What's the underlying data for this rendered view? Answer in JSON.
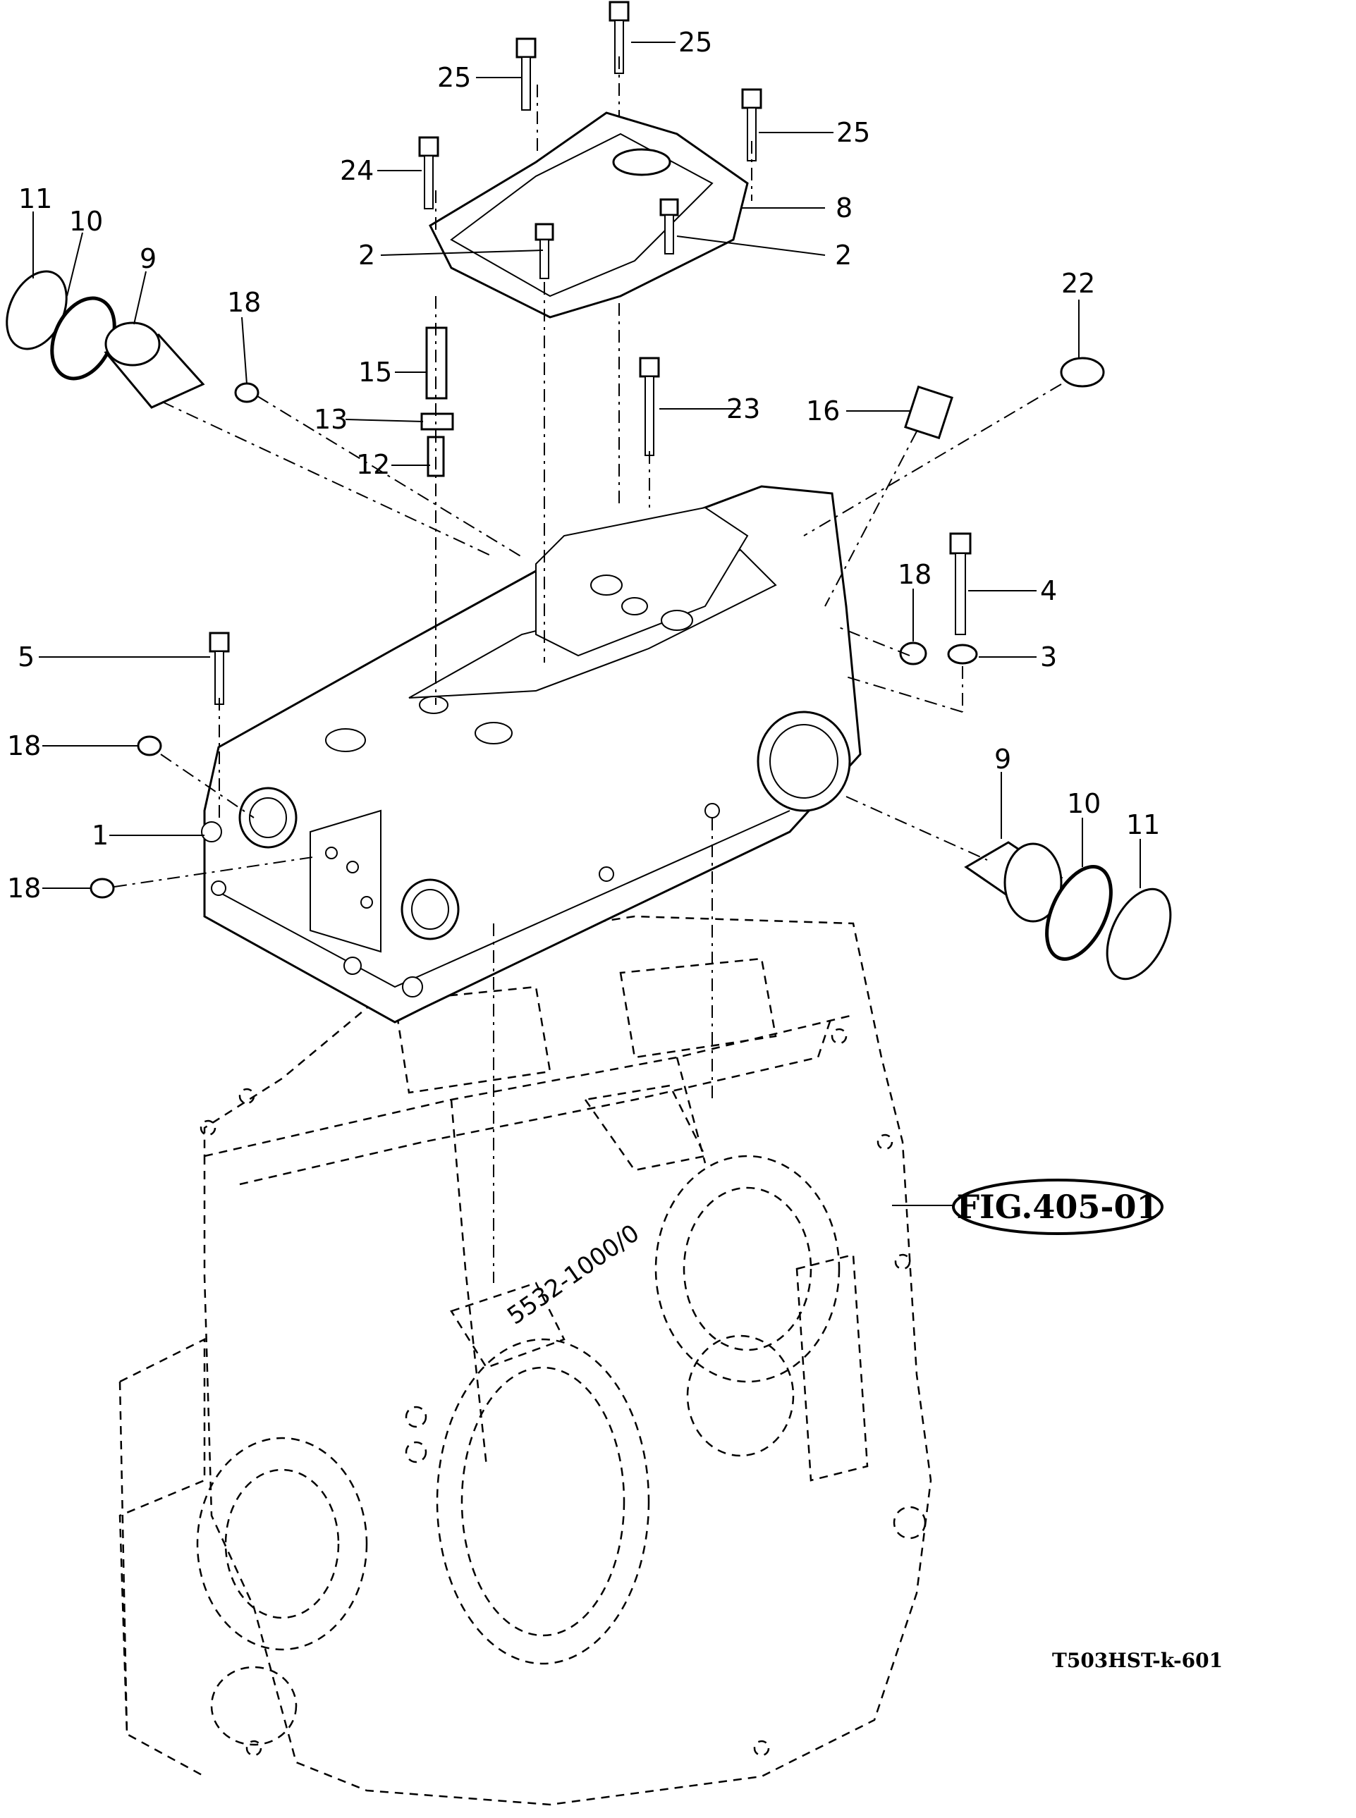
{
  "figure_reference": "FIG.405-01",
  "drawing_id": "T503HST-k-601",
  "case_marking": "5532-1000/0",
  "callouts": {
    "c25a": "25",
    "c25b": "25",
    "c25c": "25",
    "c24": "24",
    "c8": "8",
    "c2a": "2",
    "c2b": "2",
    "c11a": "11",
    "c10a": "10",
    "c9a": "9",
    "c18a": "18",
    "c22": "22",
    "c15": "15",
    "c23": "23",
    "c16": "16",
    "c13": "13",
    "c12": "12",
    "c18b": "18",
    "c4": "4",
    "c3": "3",
    "c5": "5",
    "c18c": "18",
    "c1": "1",
    "c18d": "18",
    "c9b": "9",
    "c10b": "10",
    "c11b": "11"
  }
}
